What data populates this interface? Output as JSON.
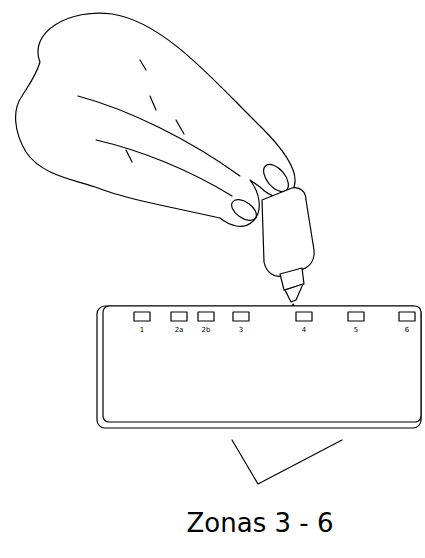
{
  "diagram": {
    "labels": [
      "1",
      "2a",
      "2b",
      "3",
      "4",
      "5",
      "6",
      "Zonas 3 - 6"
    ]
  }
}
